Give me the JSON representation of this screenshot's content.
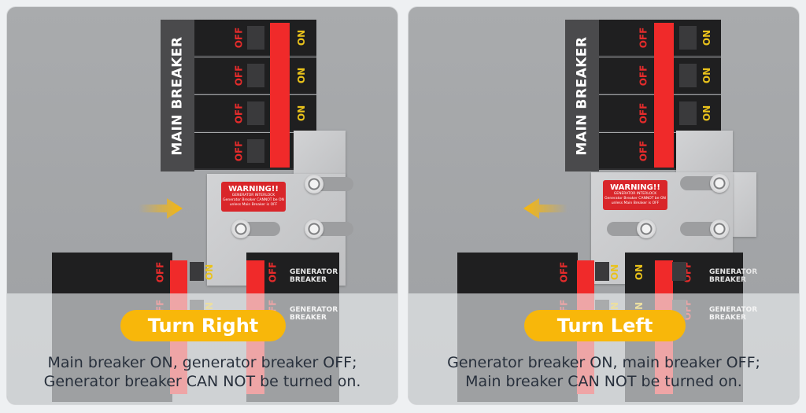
{
  "panels": [
    {
      "id": "left",
      "main_breaker_label": "MAIN BREAKER",
      "off": "OFF",
      "on": "ON",
      "warning": {
        "title": "WARNING!!",
        "line1": "GENERATOR INTERLOCK",
        "line2": "Generator Breaker CANNOT be ON",
        "line3": "unless Main Breaker is OFF"
      },
      "generator_label": "GENERATOR BREAKER",
      "arrow_direction": "right",
      "main_state": "ON",
      "generator_state": "OFF",
      "title": "Turn Right",
      "caption_line1": "Main breaker ON, generator breaker OFF;",
      "caption_line2": "Generator breaker CAN NOT be turned on."
    },
    {
      "id": "right",
      "main_breaker_label": "MAIN BREAKER",
      "off": "OFF",
      "on": "ON",
      "warning": {
        "title": "WARNING!!",
        "line1": "GENERATOR INTERLOCK",
        "line2": "Generator Breaker CANNOT be ON",
        "line3": "unless Main Breaker is OFF"
      },
      "generator_label": "GENERATOR BREAKER",
      "arrow_direction": "left",
      "main_state": "OFF",
      "generator_state": "ON",
      "title": "Turn Left",
      "caption_line1": "Generator breaker ON, main breaker OFF;",
      "caption_line2": "Main breaker CAN NOT be turned on."
    }
  ],
  "colors": {
    "accent": "#f8b70a",
    "handle": "#f02a2a",
    "off_text": "#e52b2b",
    "on_text": "#e9c21b",
    "warning": "#d9262a"
  }
}
